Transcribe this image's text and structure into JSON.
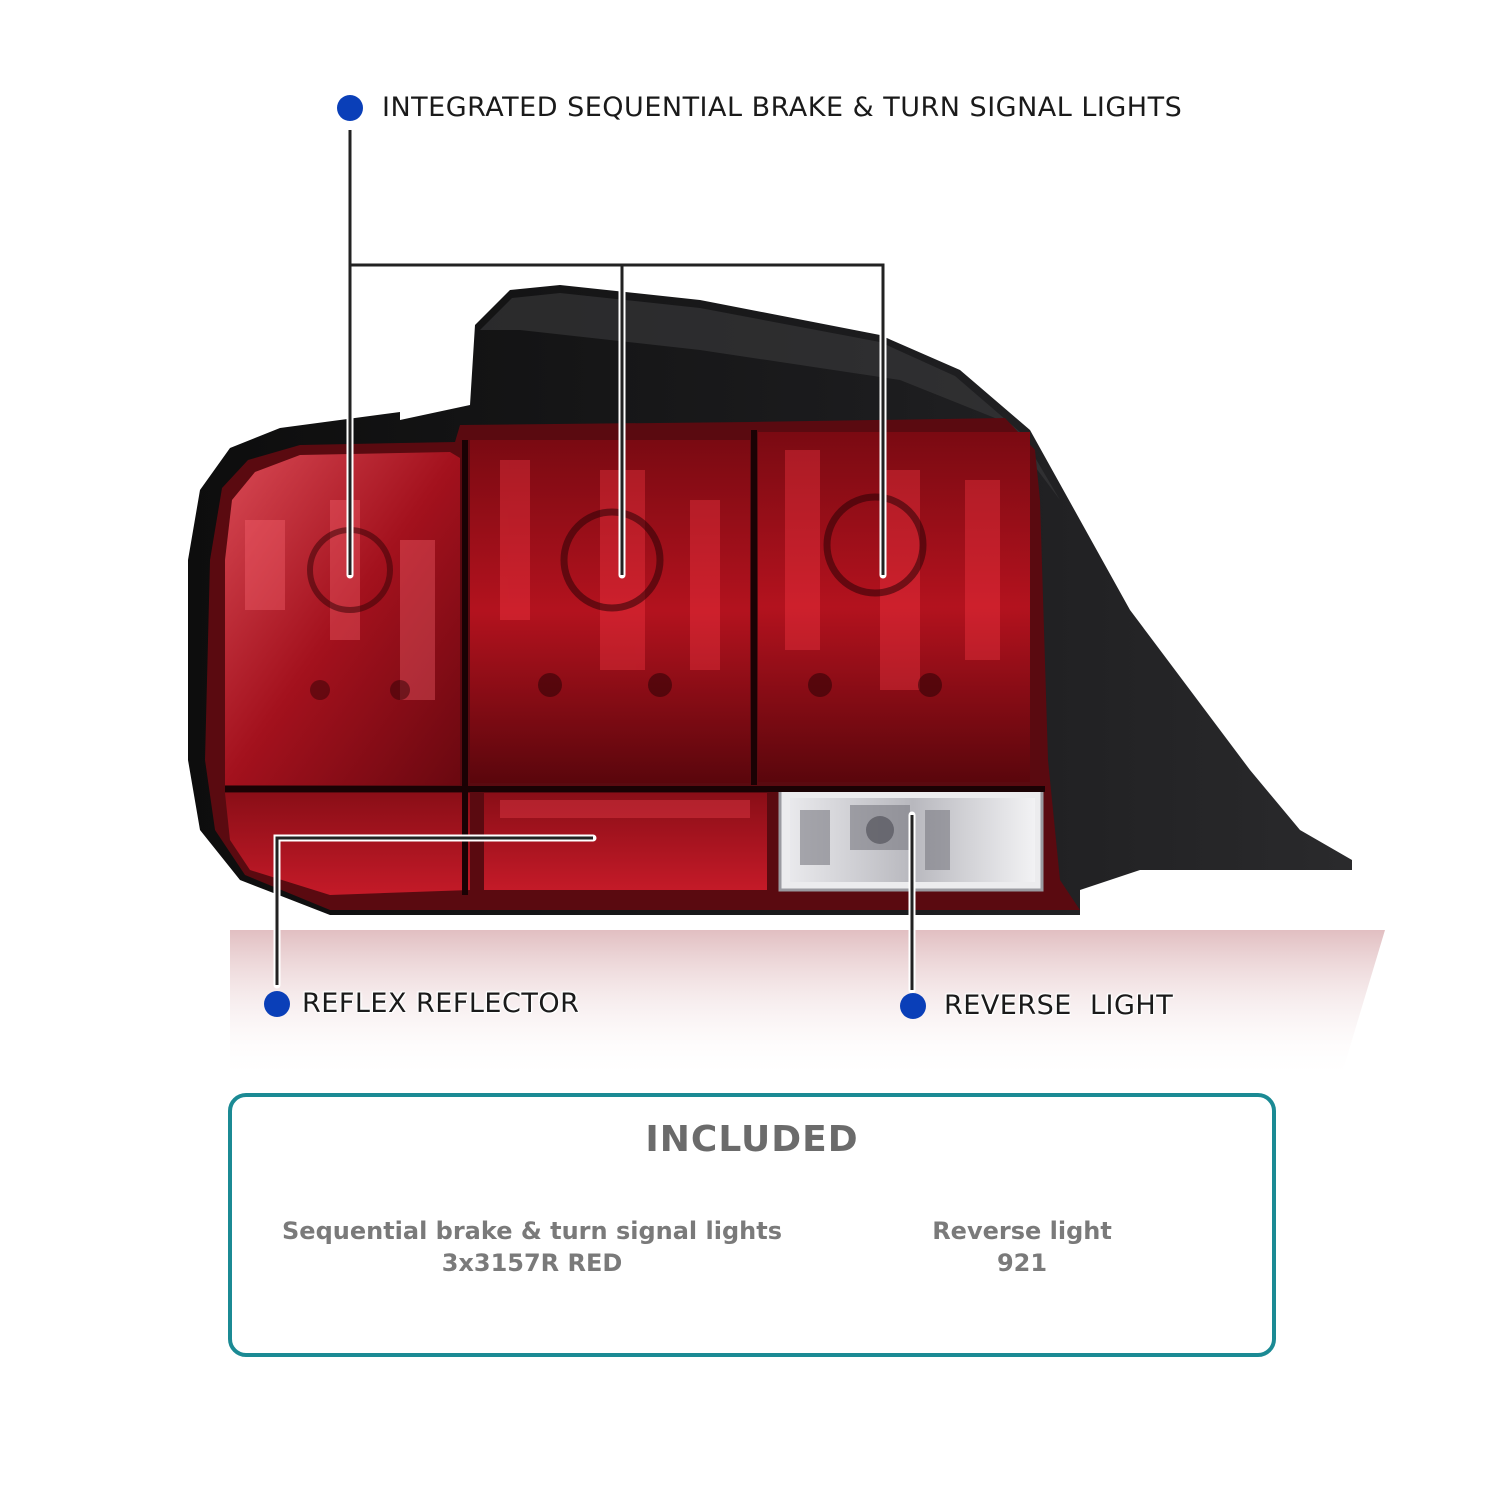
{
  "callouts": {
    "top": {
      "label": "INTEGRATED SEQUENTIAL BRAKE & TURN SIGNAL LIGHTS"
    },
    "reflector": {
      "label": "REFLEX REFLECTOR"
    },
    "reverse": {
      "label": "REVERSE  LIGHT"
    }
  },
  "included": {
    "title": "INCLUDED",
    "items": [
      {
        "name": "Sequential brake & turn signal lights",
        "spec": "3x3157R RED"
      },
      {
        "name": "Reverse light",
        "spec": "921"
      }
    ]
  },
  "colors": {
    "callout_dot": "#0a3fb8",
    "box_border": "#1b8a94",
    "lens_red": "#a3111d",
    "housing": "#151515"
  }
}
